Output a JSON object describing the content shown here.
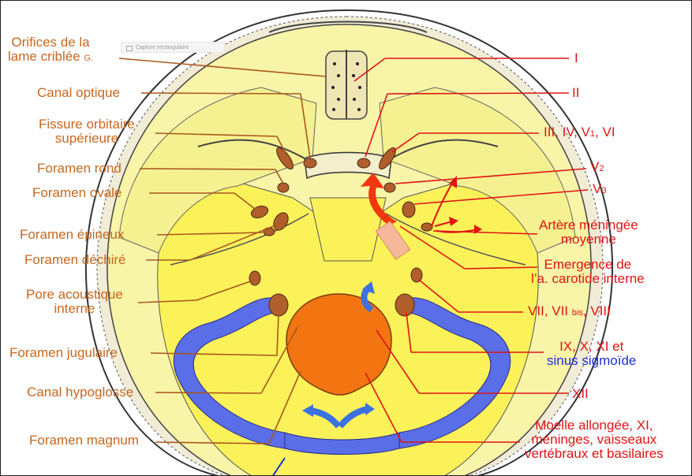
{
  "overlay": {
    "snip_label": "Capture rectangulaire"
  },
  "labels_left": [
    {
      "id": "orifices",
      "lines": [
        "Orifices de la",
        "lame criblée"
      ],
      "suffix": "G."
    },
    {
      "id": "canal-optique",
      "lines": [
        "Canal optique"
      ]
    },
    {
      "id": "fissure",
      "lines": [
        "Fissure orbitaire",
        "supérieure"
      ]
    },
    {
      "id": "foramen-rond",
      "lines": [
        "Foramen rond"
      ]
    },
    {
      "id": "foramen-ovale",
      "lines": [
        "Foramen ovale"
      ]
    },
    {
      "id": "foramen-epineux",
      "lines": [
        "Foramen épineux"
      ]
    },
    {
      "id": "foramen-dechire",
      "lines": [
        "Foramen déchiré"
      ]
    },
    {
      "id": "pore-acoustique",
      "lines": [
        "Pore acoustique",
        "interne"
      ]
    },
    {
      "id": "foramen-jugulaire",
      "lines": [
        "Foramen jugulaire"
      ]
    },
    {
      "id": "canal-hypoglosse",
      "lines": [
        "Canal hypoglosse"
      ]
    },
    {
      "id": "foramen-magnum",
      "lines": [
        "Foramen magnum"
      ]
    }
  ],
  "labels_right": {
    "n1": "I",
    "n2": "II",
    "n3": "III, IV, V",
    "n3_sub": "1",
    "n3_tail": ", VI",
    "v2": "V",
    "v2_sub": "2",
    "v3": "V",
    "v3_sub": "3",
    "artere": [
      "Artère méningée",
      "moyenne"
    ],
    "emergence": [
      "Emergence de",
      "l’a. carotide interne"
    ],
    "n7": "VII, VII",
    "n7_bis": "bis",
    "n7_tail": ", VIII",
    "n9": "IX, X, XI et",
    "n9_blue": "sinus sigmoïde",
    "n12": "XII",
    "moelle": [
      "Moelle allongée, XI,",
      "méninges, vaisseaux",
      "vertébraux et basilaires"
    ]
  },
  "colors": {
    "left_label": "#c8671e",
    "right_label": "#e01414",
    "sinus_blue": "#5a6ee8",
    "skull_yellow": "#fbf25a",
    "skull_pale": "#f7f3a6",
    "magnum_orange": "#f27512",
    "foramen_brown": "#b05e2c"
  }
}
